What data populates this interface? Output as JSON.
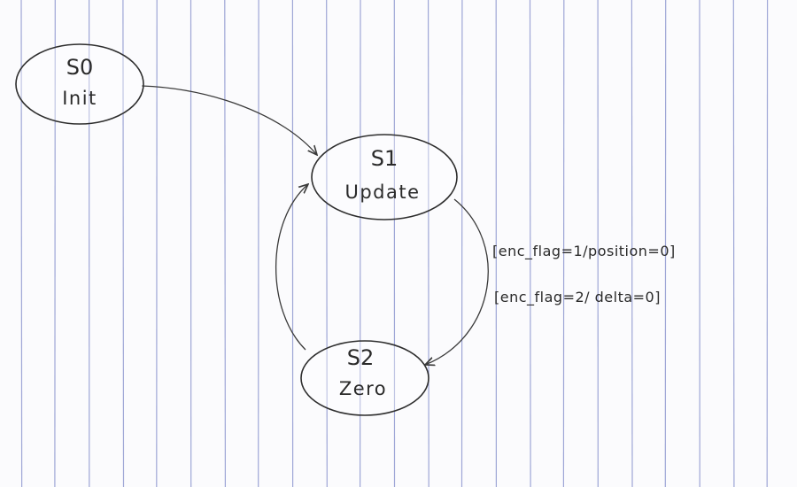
{
  "paper": {
    "line_color": "#9ea6d6",
    "ink_color": "#2e2e2e"
  },
  "states": [
    {
      "id": "S0",
      "name": "Init"
    },
    {
      "id": "S1",
      "name": "Update"
    },
    {
      "id": "S2",
      "name": "Zero"
    }
  ],
  "transitions": [
    {
      "from": "S0",
      "to": "S1"
    },
    {
      "from": "S1",
      "to": "S2"
    },
    {
      "from": "S2",
      "to": "S1"
    }
  ],
  "guards": [
    "[enc_flag=1/position=0]",
    "[enc_flag=2/ delta=0]"
  ]
}
